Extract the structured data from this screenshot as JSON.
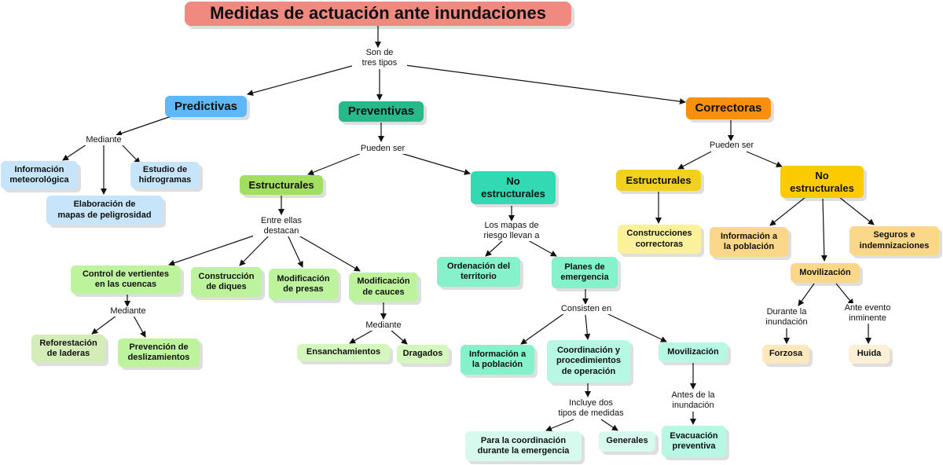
{
  "title": "Medidas de actuación ante inundaciones",
  "colors": {
    "title": "#f08a80",
    "predictivas": "#5fb7f5",
    "predictivas_light": "#c6e5fb",
    "preventivas": "#27b98a",
    "estructurales_prev": "#a2de5f",
    "green_light": "#bdf39d",
    "green_pale": "#d3ecb8",
    "no_estructurales_prev": "#33d9b3",
    "mint": "#86f2cc",
    "mint_light": "#b6f8e3",
    "correctoras": "#f8900c",
    "estructurales_corr": "#f2d020",
    "yellow_light": "#fbf09b",
    "no_estructurales_corr": "#fbcb00",
    "orange_light": "#fbd78a",
    "orange_pale": "#fde8bd"
  },
  "labels": {
    "son_de_tres_tipos": "Son de\ntres tipos",
    "mediante_pred": "Mediante",
    "pueden_ser_prev": "Pueden ser",
    "entre_ellas": "Entre ellas\ndestacan",
    "mediante_control": "Mediante",
    "mediante_cauces": "Mediante",
    "los_mapas": "Los mapas de\nriesgo llevan a",
    "consisten_en": "Consisten en",
    "incluye_dos": "Incluye dos\ntipos de medidas",
    "antes_de": "Antes de la\ninundación",
    "pueden_ser_corr": "Pueden ser",
    "durante_la": "Durante la\ninundación",
    "ante_evento": "Ante evento\ninminente"
  },
  "nodes": {
    "predictivas": "Predictivas",
    "preventivas": "Preventivas",
    "correctoras": "Correctoras",
    "info_meteo": "Información\nmeteorológica",
    "estudio_hidro": "Estudio de\nhidrogramas",
    "elaboracion_mapas": "Elaboración de\nmapas de peligrosidad",
    "estructurales_prev": "Estructurales",
    "no_estructurales_prev": "No\nestructurales",
    "control_vertientes": "Control de vertientes\nen las cuencas",
    "construccion_diques": "Construcción\nde diques",
    "modificacion_presas": "Modificación\nde presas",
    "modificacion_cauces": "Modificación\nde cauces",
    "reforestacion": "Reforestación\nde laderas",
    "prevencion_desliz": "Prevención de\ndeslizamientos",
    "ensanchamientos": "Ensanchamientos",
    "dragados": "Dragados",
    "ordenacion": "Ordenación del\nterritorio",
    "planes_emergencia": "Planes de\nemergencia",
    "info_poblacion_prev": "Información a\nla población",
    "coordinacion": "Coordinación y\nprocedimientos\nde operación",
    "movilizacion_prev": "Movilización",
    "coord_emergencia": "Para la coordinación\ndurante la emergencia",
    "generales": "Generales",
    "evacuacion": "Evacuación\npreventiva",
    "estructurales_corr": "Estructurales",
    "no_estructurales_corr": "No\nestructurales",
    "construcciones_corr": "Construcciones\ncorrectoras",
    "info_poblacion_corr": "Información a\nla población",
    "seguros": "Seguros e\nindemnizaciones",
    "movilizacion_corr": "Movilización",
    "forzosa": "Forzosa",
    "huida": "Huida"
  }
}
